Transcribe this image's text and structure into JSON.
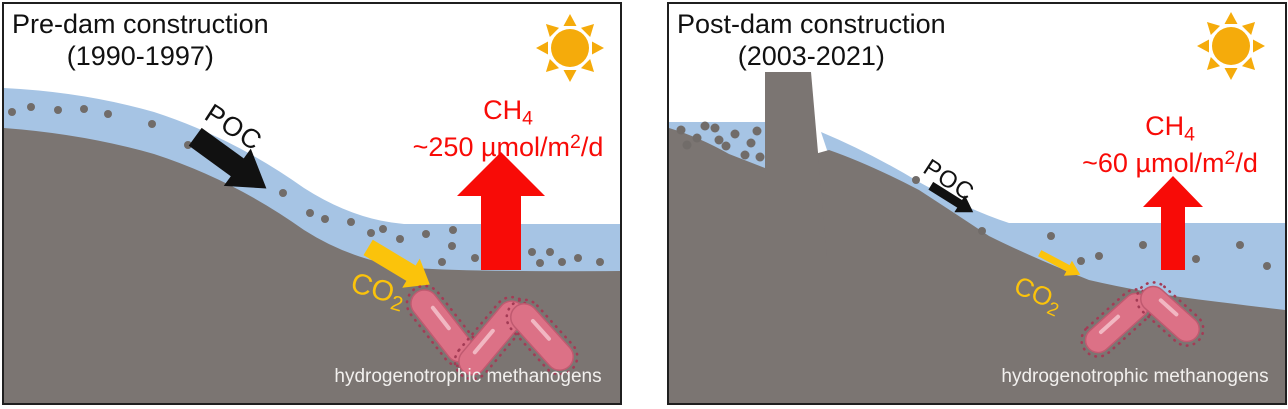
{
  "figure": {
    "type": "conceptual diagram: river methane emissions before and after dam construction",
    "panels": [
      {
        "title_line1": "Pre-dam construction",
        "title_line2": "(1990-1997)",
        "poc_label": "POC",
        "co2_label_main": "CO",
        "co2_label_sub": "2",
        "ch4_label_main": "CH",
        "ch4_label_sub": "4",
        "ch4_flux_value": "~250 µmol/m",
        "ch4_flux_sup": "2",
        "ch4_flux_suffix": "/d",
        "bacteria_label": "hydrogenotrophic methanogens"
      },
      {
        "title_line1": "Post-dam construction",
        "title_line2": "(2003-2021)",
        "poc_label": "POC",
        "co2_label_main": "CO",
        "co2_label_sub": "2",
        "ch4_label_main": "CH",
        "ch4_label_sub": "4",
        "ch4_flux_value": "~60 µmol/m",
        "ch4_flux_sup": "2",
        "ch4_flux_suffix": "/d",
        "bacteria_label": "hydrogenotrophic methanogens"
      }
    ],
    "icons": [
      "sun-icon",
      "poc-arrow",
      "co2-arrow",
      "ch4-flux-arrow",
      "methanogen-bacterium"
    ],
    "colors": {
      "water_blue": "#A6C4E4",
      "sediment_gray": "#7B7572",
      "particle_gray": "#716C69",
      "flux_red": "#F80B07",
      "co2_yellow": "#FBC30B",
      "sun_gold": "#F5AB0B",
      "bacteria_pink": "#DC7186",
      "bacteria_spike": "#A33B55",
      "label_white": "#F2F0EE"
    }
  }
}
